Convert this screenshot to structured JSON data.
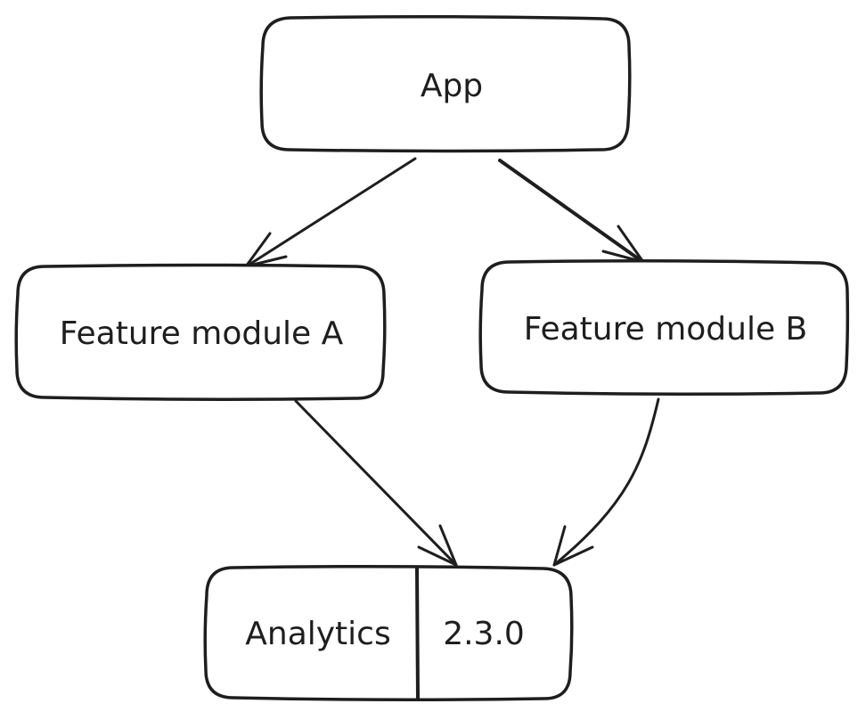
{
  "diagram": {
    "nodes": {
      "app": {
        "label": "App"
      },
      "feature_a": {
        "label": "Feature module A"
      },
      "feature_b": {
        "label": "Feature module B"
      },
      "analytics": {
        "name": "Analytics",
        "version": "2.3.0"
      }
    },
    "edges": [
      {
        "from": "App",
        "to": "Feature module A"
      },
      {
        "from": "App",
        "to": "Feature module B"
      },
      {
        "from": "Feature module A",
        "to": "Analytics"
      },
      {
        "from": "Feature module B",
        "to": "Analytics"
      }
    ],
    "colors": {
      "stroke": "#1e1e1e",
      "background": "#ffffff"
    }
  }
}
